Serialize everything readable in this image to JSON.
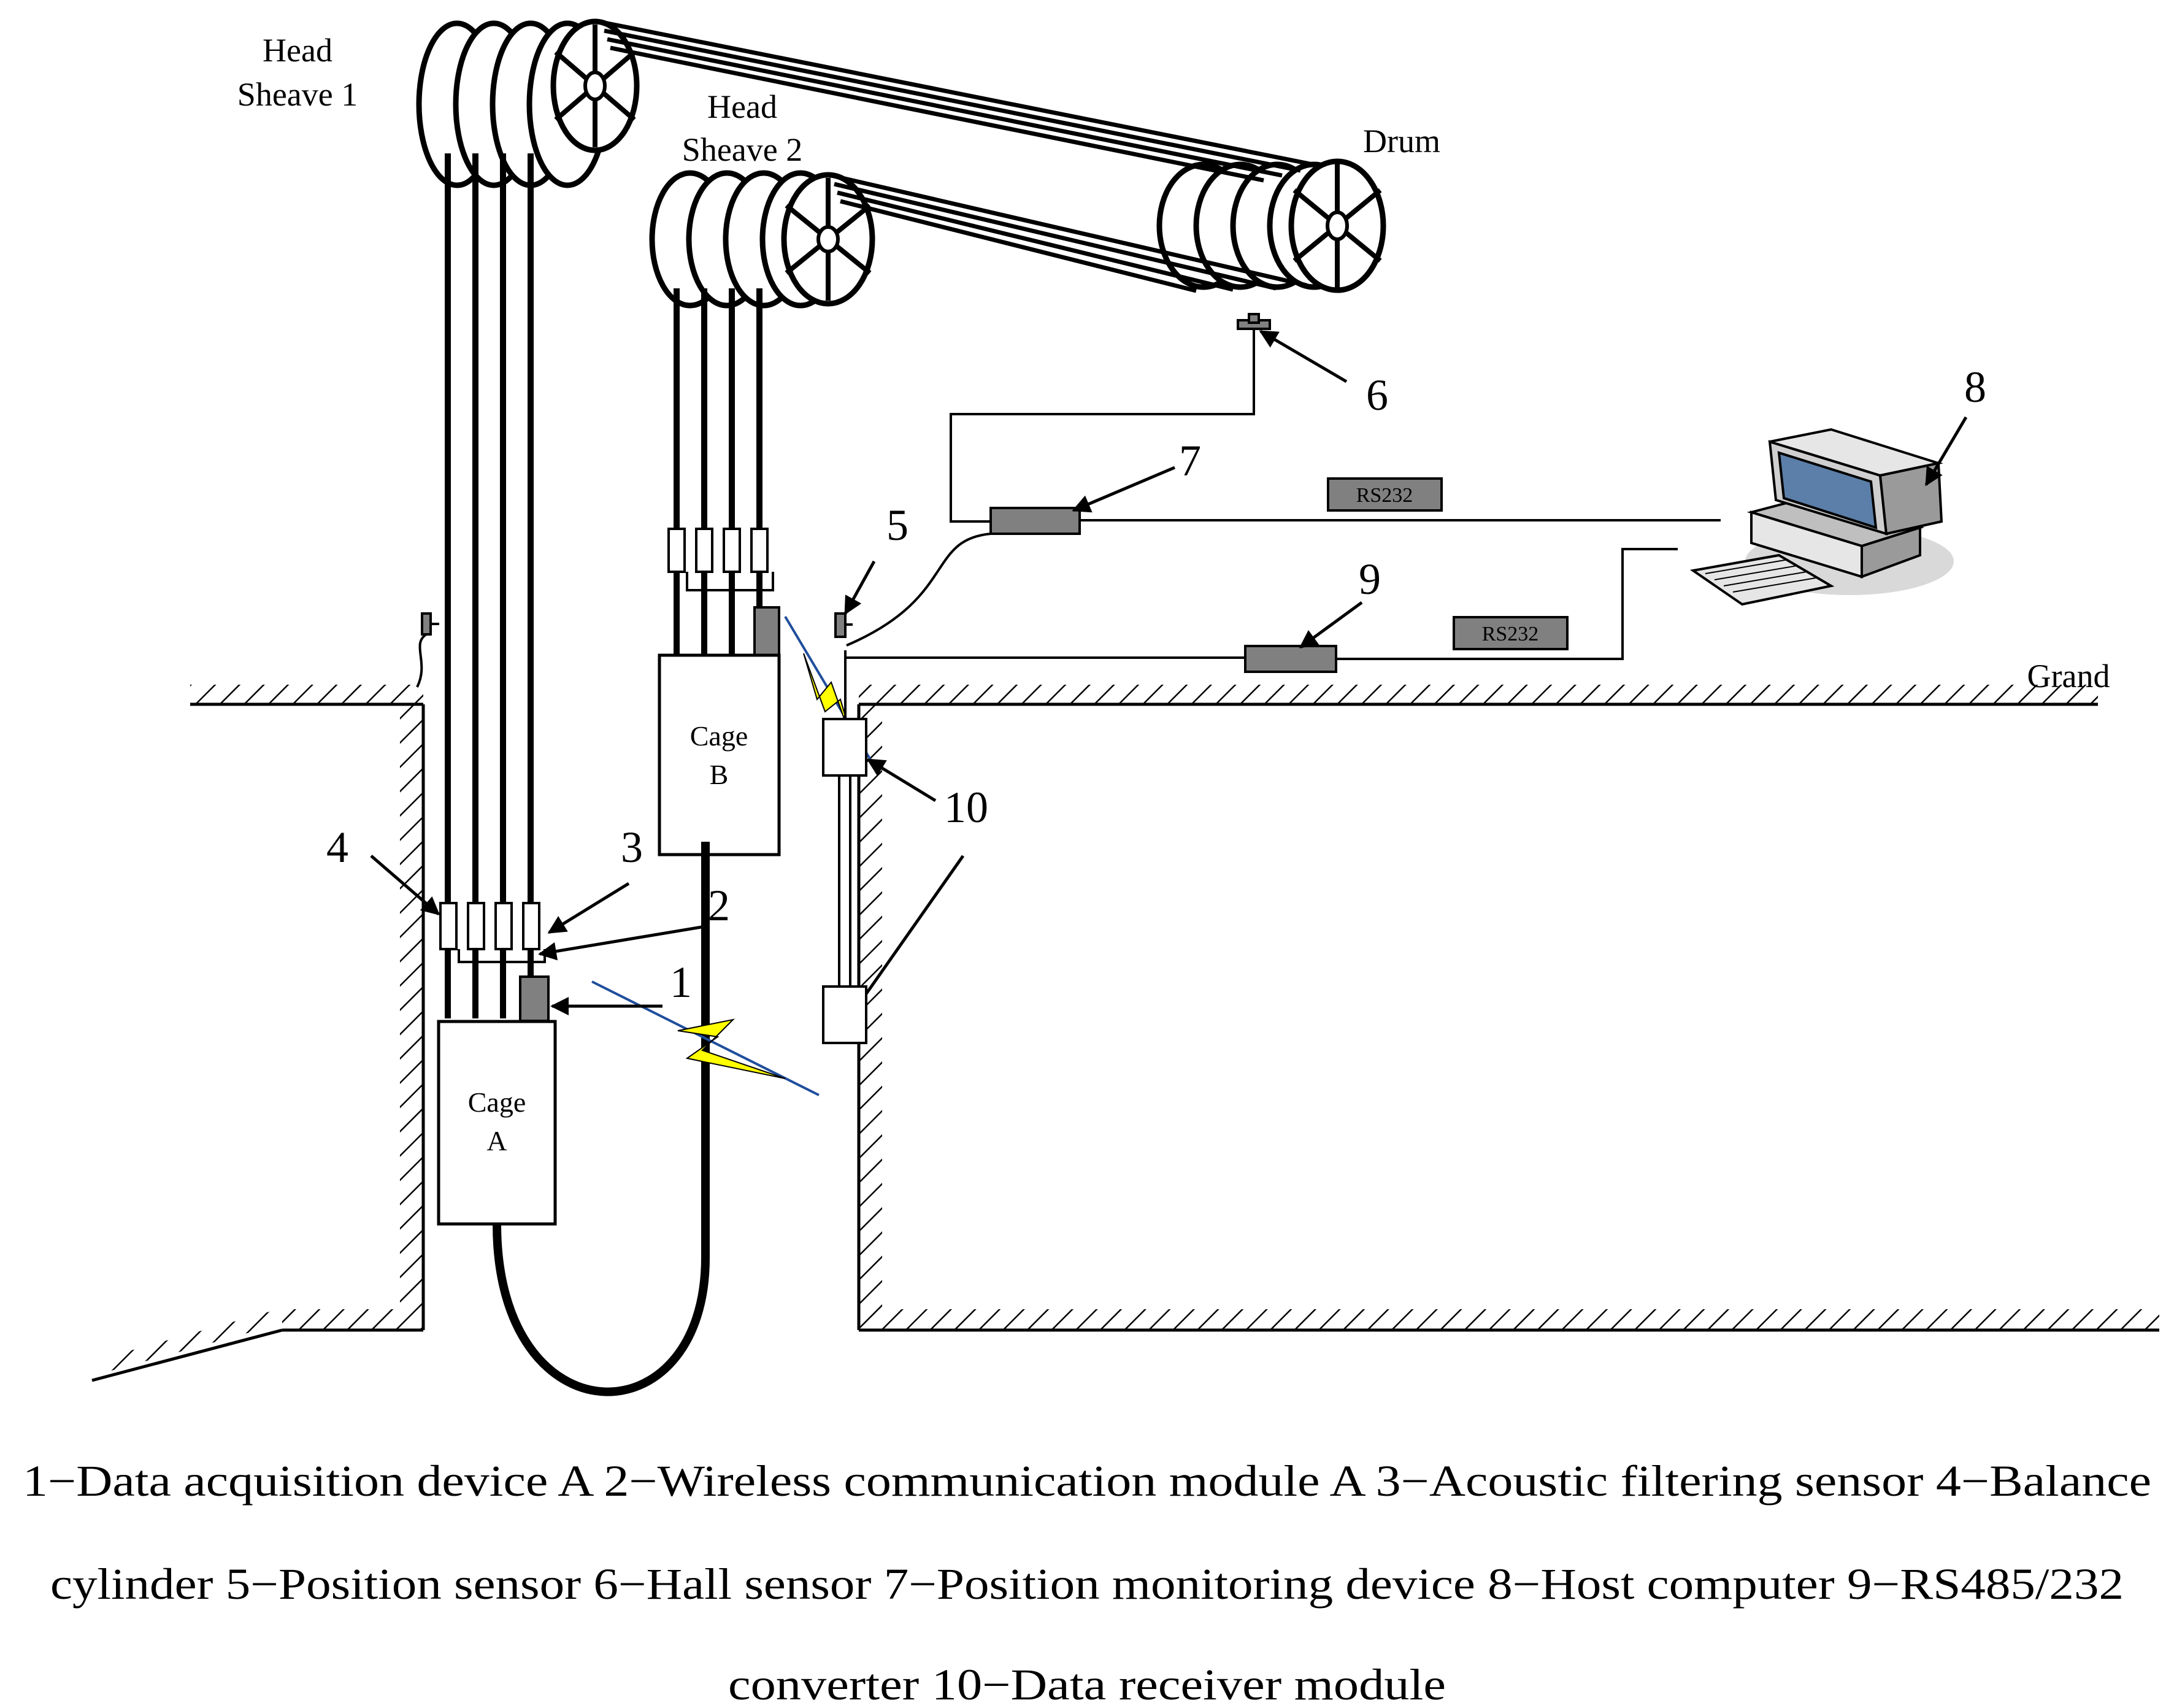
{
  "labels": {
    "head_sheave_1_line1": "Head",
    "head_sheave_1_line2": "Sheave 1",
    "head_sheave_2_line1": "Head",
    "head_sheave_2_line2": "Sheave 2",
    "drum": "Drum",
    "grand": "Grand",
    "cage_a_line1": "Cage",
    "cage_a_line2": "A",
    "cage_b_line1": "Cage",
    "cage_b_line2": "B",
    "rs232_top": "RS232",
    "rs232_bottom": "RS232"
  },
  "callouts": [
    "1",
    "2",
    "3",
    "4",
    "5",
    "6",
    "7",
    "8",
    "9",
    "10"
  ],
  "caption": [
    "1−Data acquisition device A 2−Wireless communication module A 3−Acoustic filtering sensor 4−Balance",
    "cylinder 5−Position sensor 6−Hall sensor 7−Position monitoring device 8−Host computer 9−RS485/232",
    "converter 10−Data receiver module"
  ],
  "colors": {
    "line": "#000000",
    "device_fill": "#808080",
    "signal_yellow": "#ffff00",
    "signal_blue": "#1f4e9c"
  }
}
